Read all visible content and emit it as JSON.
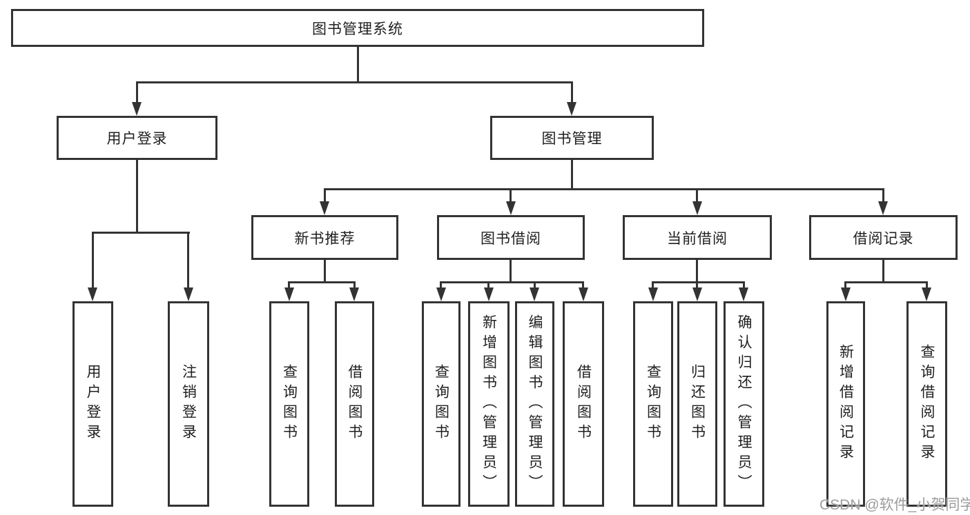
{
  "tree": {
    "label": "图书管理系统",
    "children": [
      {
        "label": "用户登录",
        "children": [
          {
            "label": "用户登录"
          },
          {
            "label": "注销登录"
          }
        ]
      },
      {
        "label": "图书管理",
        "children": [
          {
            "label": "新书推荐",
            "children": [
              {
                "label": "查询图书"
              },
              {
                "label": "借阅图书"
              }
            ]
          },
          {
            "label": "图书借阅",
            "children": [
              {
                "label": "查询图书"
              },
              {
                "label": "新增图书（管理员）"
              },
              {
                "label": "编辑图书（管理员）"
              },
              {
                "label": "借阅图书"
              }
            ]
          },
          {
            "label": "当前借阅",
            "children": [
              {
                "label": "查询图书"
              },
              {
                "label": "归还图书"
              },
              {
                "label": "确认归还（管理员）"
              }
            ]
          },
          {
            "label": "借阅记录",
            "children": [
              {
                "label": "新增借阅记录"
              },
              {
                "label": "查询借阅记录"
              }
            ]
          }
        ]
      }
    ]
  },
  "watermark": {
    "text": "CSDN @软件_小贺同学"
  },
  "colors": {
    "line": "#333333",
    "text": "#1f1f1f",
    "watermark": "#9c9c9c",
    "background": "#ffffff"
  }
}
